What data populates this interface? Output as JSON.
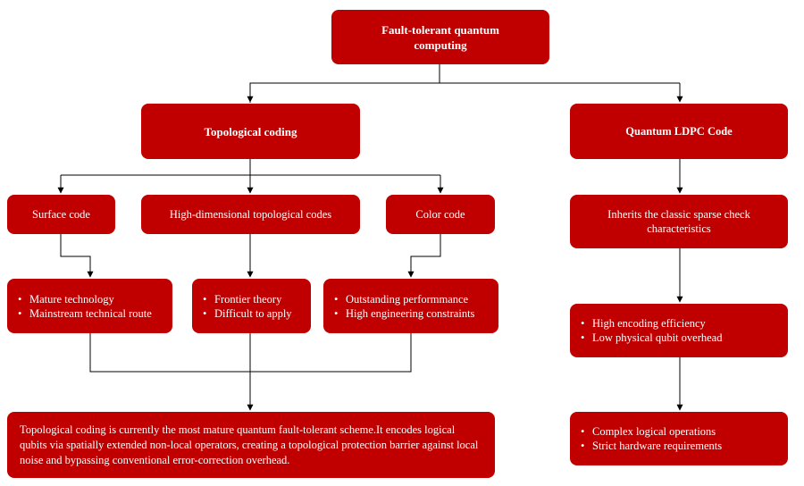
{
  "root": {
    "title": "Fault-tolerant quantum computing"
  },
  "topological": {
    "title": "Topological coding",
    "surface": {
      "title": "Surface code",
      "bullets": [
        "Mature technology",
        "Mainstream technical route"
      ]
    },
    "high_dim": {
      "title": "High-dimensional topological codes",
      "bullets": [
        "Frontier theory",
        "Difficult to apply"
      ]
    },
    "color": {
      "title": "Color code",
      "bullets": [
        "Outstanding performmance",
        "High engineering constraints"
      ]
    },
    "summary": "Topological coding is currently the most mature quantum fault-tolerant scheme.It encodes logical qubits via spatially extended non-local operators, creating a topological protection barrier against local noise and bypassing conventional error-correction overhead."
  },
  "ldpc": {
    "title": "Quantum LDPC Code",
    "inherits": "Inherits the classic sparse check characteristics",
    "pros": [
      "High encoding efficiency",
      "Low physical qubit overhead"
    ],
    "cons": [
      "Complex logical operations",
      "Strict hardware requirements"
    ]
  },
  "colors": {
    "box_fill": "#c00000",
    "text": "#ffffff",
    "line": "#000000"
  }
}
